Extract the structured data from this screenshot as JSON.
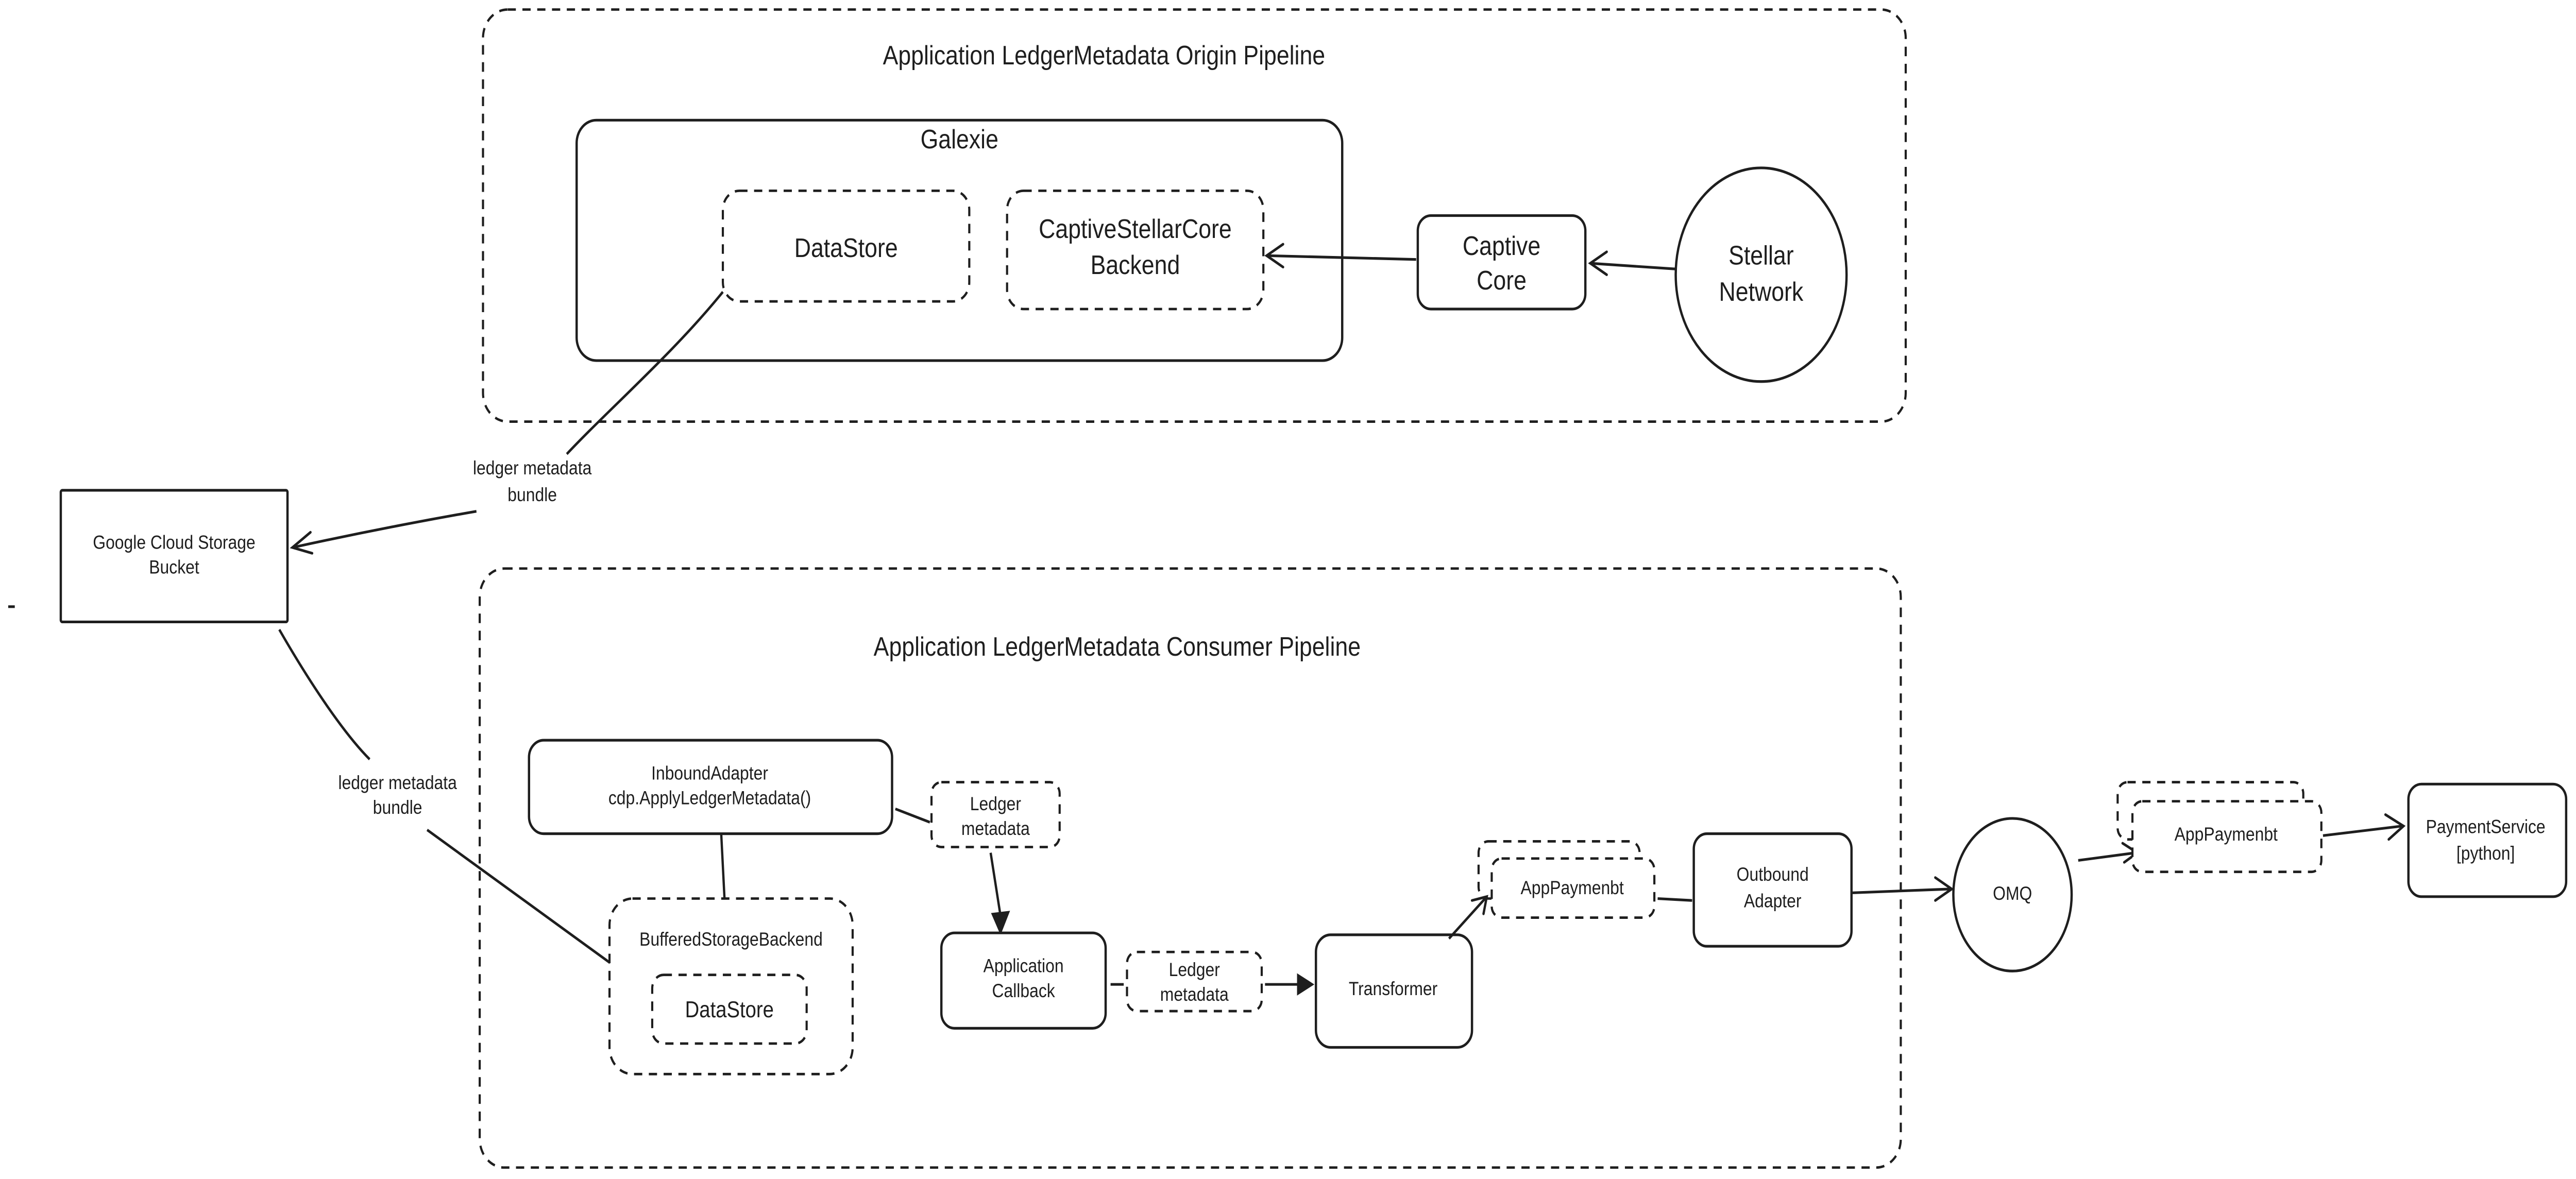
{
  "origin_pipeline": {
    "title": "Application LedgerMetadata Origin Pipeline",
    "galexie": {
      "title": "Galexie",
      "datastore": "DataStore",
      "backend_line1": "CaptiveStellarCore",
      "backend_line2": "Backend"
    },
    "captive_core_line1": "Captive",
    "captive_core_line2": "Core",
    "stellar_network_line1": "Stellar",
    "stellar_network_line2": "Network"
  },
  "gcs_bucket": {
    "line1": "Google Cloud Storage",
    "line2": "Bucket"
  },
  "edge_labels": {
    "upload_line1": "ledger metadata",
    "upload_line2": "bundle",
    "download_line1": "ledger metadata",
    "download_line2": "bundle"
  },
  "consumer_pipeline": {
    "title": "Application LedgerMetadata Consumer Pipeline",
    "inbound_adapter_line1": "InboundAdapter",
    "inbound_adapter_line2": "cdp.ApplyLedgerMetadata()",
    "buffered_storage_backend": "BufferedStorageBackend",
    "datastore": "DataStore",
    "ledger_metadata_1_line1": "Ledger",
    "ledger_metadata_1_line2": "metadata",
    "application_callback_line1": "Application",
    "application_callback_line2": "Callback",
    "ledger_metadata_2_line1": "Ledger",
    "ledger_metadata_2_line2": "metadata",
    "transformer": "Transformer",
    "app_payment_1": "AppPaymenbt",
    "outbound_adapter_line1": "Outbound",
    "outbound_adapter_line2": "Adapter"
  },
  "omq": "OMQ",
  "app_payment_2": "AppPaymenbt",
  "payment_service_line1": "PaymentService",
  "payment_service_line2": "[python]"
}
